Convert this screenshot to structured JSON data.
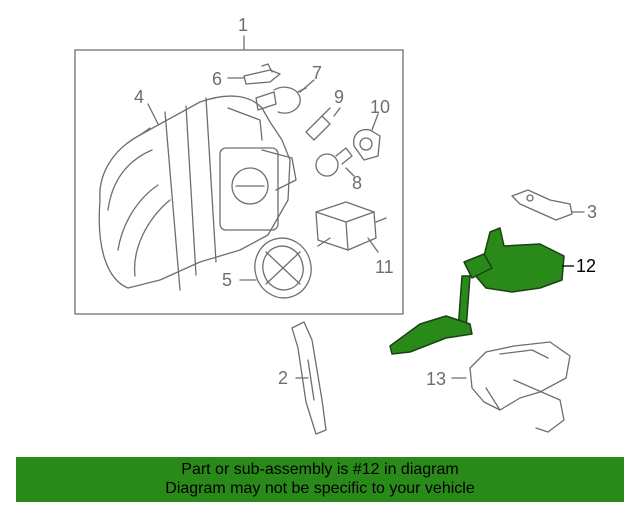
{
  "diagram": {
    "callouts": {
      "c1": "1",
      "c2": "2",
      "c3": "3",
      "c4": "4",
      "c5": "5",
      "c6": "6",
      "c7": "7",
      "c8": "8",
      "c9": "9",
      "c10": "10",
      "c11": "11",
      "c12": "12",
      "c13": "13"
    },
    "colors": {
      "line_art": "#6e6e6e",
      "highlight_part": "#2a8a19",
      "highlight_outline": "#1d3f14"
    }
  },
  "banner": {
    "line1": "Part or sub-assembly is #12 in diagram",
    "line2": "Diagram may not be specific to your vehicle",
    "background": "#2a8a19"
  }
}
